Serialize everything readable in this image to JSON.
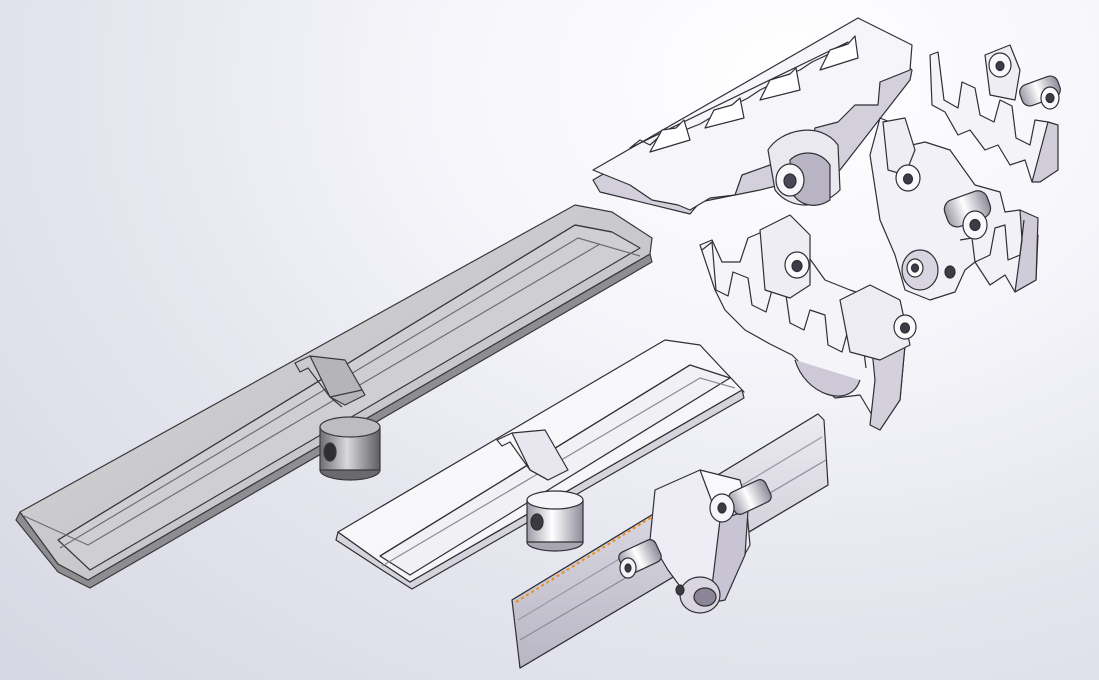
{
  "viewport": {
    "background_top": "#ffffff",
    "background_bottom": "#d7d7e3"
  },
  "colors": {
    "part_dark_face": "#c9c9cb",
    "part_dark_side": "#8e8e92",
    "part_dark_edge": "#3a3a3e",
    "part_light_face": "#fbfbfd",
    "part_light_side": "#d5d3dc",
    "part_light_edge": "#2f2f35",
    "hinge_face": "#f3f1f8",
    "hinge_shadow": "#a7a2b4",
    "highlight_edge": "#f08c1e"
  },
  "parts": [
    {
      "id": "long-dark-slat",
      "shade": "dark"
    },
    {
      "id": "short-light-slat",
      "shade": "light"
    },
    {
      "id": "angled-slat-with-hinge",
      "shade": "light",
      "highlighted_edge": true
    },
    {
      "id": "toothed-link-top",
      "shade": "light"
    },
    {
      "id": "toothed-link-middle",
      "shade": "light"
    },
    {
      "id": "small-link-top-right",
      "shade": "light"
    },
    {
      "id": "hinge-link-right",
      "shade": "light"
    }
  ]
}
